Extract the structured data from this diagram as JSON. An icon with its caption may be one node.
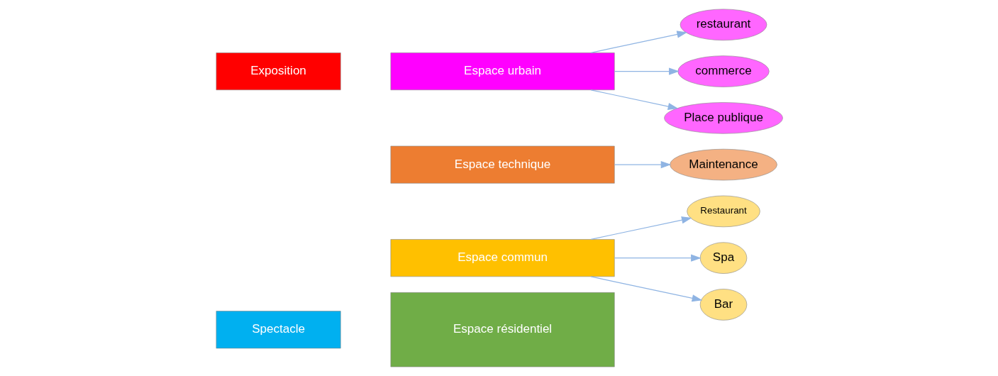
{
  "diagram": {
    "nodes": [
      {
        "text": [
          "Espace résidentiel"
        ]
      },
      {
        "text": [
          "Espace commun"
        ]
      },
      {
        "text": [
          "Espace technique"
        ]
      },
      {
        "text": [
          "Espace urbain"
        ]
      },
      {
        "text": [
          "Spectacle"
        ]
      },
      {
        "text": [
          "Exposition"
        ]
      },
      {
        "text": [
          "Restaurant"
        ]
      },
      {
        "text": [
          "Spa"
        ]
      },
      {
        "text": [
          "Bar"
        ]
      },
      {
        "text": [
          "Maintenance"
        ]
      },
      {
        "text": [
          "restaurant"
        ]
      },
      {
        "text": [
          "commerce"
        ]
      },
      {
        "text": [
          "Place publique"
        ]
      }
    ],
    "edges": [
      {
        "from": 1,
        "to": 6,
        "arrow": "to"
      },
      {
        "from": 1,
        "to": 7,
        "arrow": "to"
      },
      {
        "from": 1,
        "to": 8,
        "arrow": "to"
      },
      {
        "from": 2,
        "to": 9,
        "arrow": "to"
      },
      {
        "from": 3,
        "to": 10,
        "arrow": "to"
      },
      {
        "from": 3,
        "to": 11,
        "arrow": "to"
      },
      {
        "from": 3,
        "to": 12,
        "arrow": "to"
      }
    ]
  }
}
